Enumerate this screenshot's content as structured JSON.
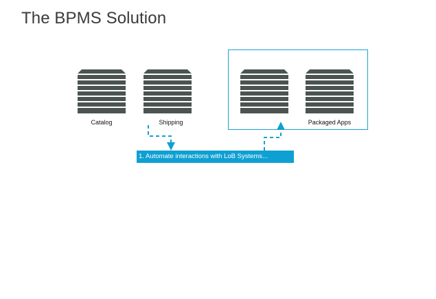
{
  "slide": {
    "title": "The BPMS Solution"
  },
  "buildings": [
    {
      "label": "Catalog"
    },
    {
      "label": "Shipping"
    },
    {
      "label": ""
    },
    {
      "label": "Packaged Apps"
    }
  ],
  "callout": {
    "text": "1. Automate interactions with LoB Systems..."
  },
  "colors": {
    "accent": "#0fa0d2",
    "building": "#4b5451",
    "title": "#3a3a3a"
  }
}
